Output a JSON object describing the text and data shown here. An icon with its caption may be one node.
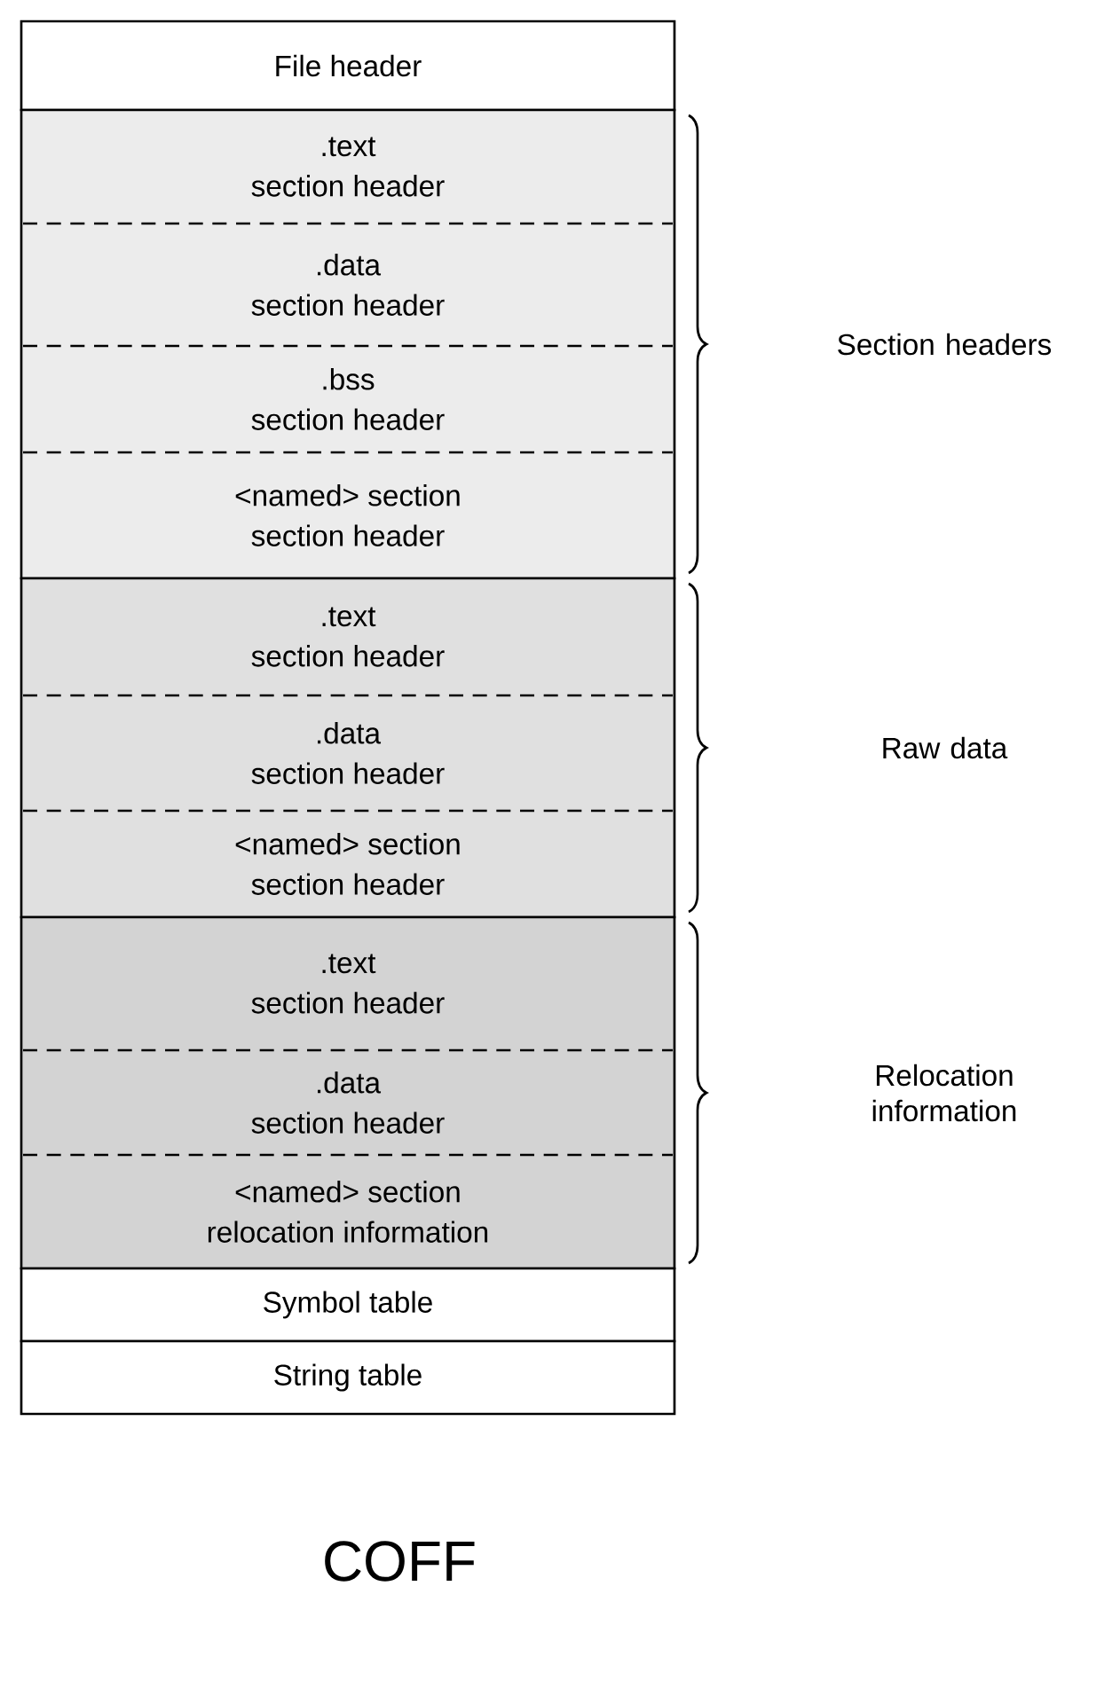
{
  "diagram": {
    "caption": "COFF",
    "nodes": [
      {
        "text": [
          "File header"
        ]
      },
      {
        "text": [],
        "shape": "box"
      },
      {
        "text": [
          ".text",
          "section header"
        ],
        "in": 1
      },
      {
        "text": [
          ".data",
          "section header"
        ],
        "in": 1
      },
      {
        "text": [
          ".bss",
          "section header"
        ],
        "in": 1
      },
      {
        "text": [
          "<named> section",
          "section header"
        ],
        "in": 1
      },
      {
        "text": [],
        "shape": "box"
      },
      {
        "text": [
          ".text",
          "section header"
        ],
        "in": 6
      },
      {
        "text": [
          ".data",
          "section header"
        ],
        "in": 6
      },
      {
        "text": [
          "<named> section",
          "section header"
        ],
        "in": 6
      },
      {
        "text": [],
        "shape": "box"
      },
      {
        "text": [
          ".text",
          "section header"
        ],
        "in": 10
      },
      {
        "text": [
          ".data",
          "section header"
        ],
        "in": 10
      },
      {
        "text": [
          "<named> section",
          "relocation information"
        ],
        "in": 10
      },
      {
        "text": [
          "Symbol table"
        ]
      },
      {
        "text": [
          "String table"
        ]
      }
    ],
    "edges": [],
    "labels": [
      "Section headers",
      "Raw data",
      "Relocation information"
    ]
  }
}
